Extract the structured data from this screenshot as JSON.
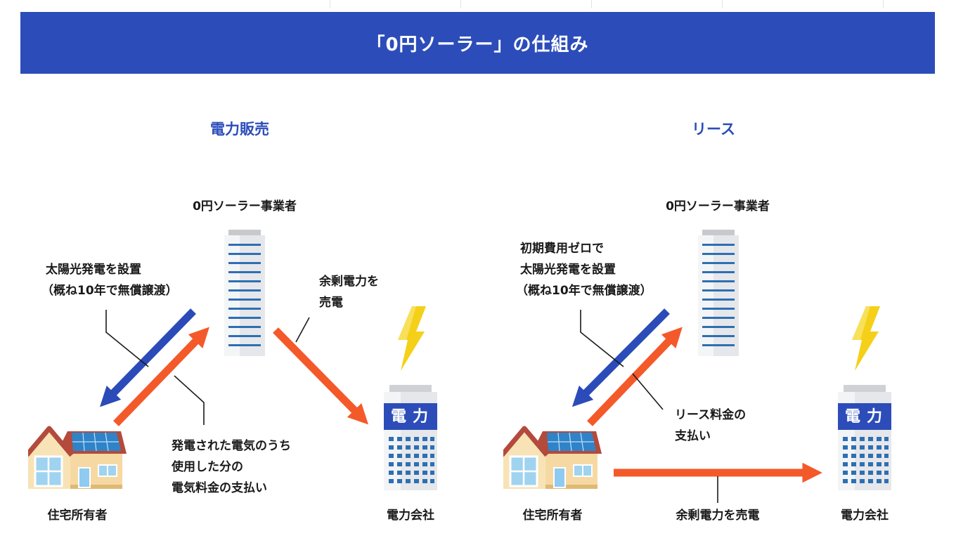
{
  "banner": {
    "title": "「0円ソーラー」の仕組み"
  },
  "sections": {
    "sale": {
      "title": "電力販売",
      "provider": "0円ソーラー事業者",
      "install": [
        "太陽光発電を設置",
        "（概ね10年で無償譲渡）"
      ],
      "surplus": [
        "余剰電力を",
        "売電"
      ],
      "payment": [
        "発電された電気のうち",
        "使用した分の",
        "電気料金の支払い"
      ],
      "homeowner": "住宅所有者",
      "utility": "電力会社",
      "utility_sign": "電力"
    },
    "lease": {
      "title": "リース",
      "provider": "0円ソーラー事業者",
      "install": [
        "初期費用ゼロで",
        "太陽光発電を設置",
        "（概ね10年で無償譲渡）"
      ],
      "fee": [
        "リース料金の",
        "支払い"
      ],
      "surplus": "余剰電力を売電",
      "homeowner": "住宅所有者",
      "utility": "電力会社",
      "utility_sign": "電力"
    }
  },
  "colors": {
    "banner": "#2c4db9",
    "accent_blue": "#2c4db9",
    "arrow_blue": "#2b4bb8",
    "arrow_orange": "#f4592a",
    "bolt": "#f5d019"
  }
}
